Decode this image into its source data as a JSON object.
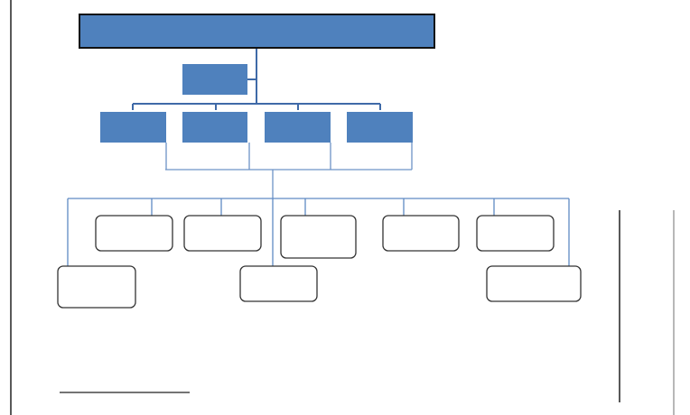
{
  "diagram": {
    "type": "org-chart",
    "colors": {
      "primary_fill": "#4f81bd",
      "connector": "#3f6aa8",
      "connector_light": "#95b3d7",
      "outline": "#222222"
    },
    "levels": [
      {
        "name": "top",
        "boxes": 1,
        "filled": true
      },
      {
        "name": "assistant",
        "boxes": 1,
        "filled": true
      },
      {
        "name": "managers",
        "boxes": 4,
        "filled": true
      },
      {
        "name": "staff-row-1",
        "boxes": 5,
        "filled": false
      },
      {
        "name": "staff-row-2",
        "boxes": 3,
        "filled": false
      }
    ]
  }
}
